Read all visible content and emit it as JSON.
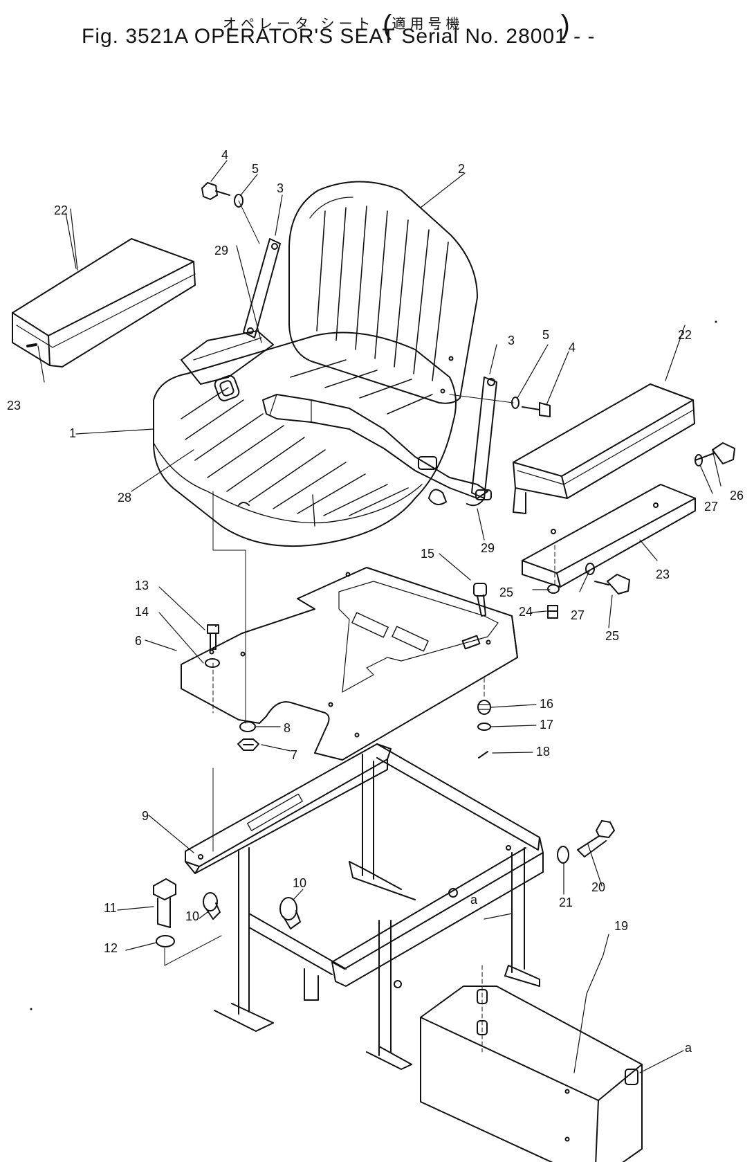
{
  "header": {
    "japanese_title": "オペレータ シート",
    "japanese_serial": "適用号機",
    "figure_title": "Fig. 3521A  OPERATOR'S SEAT",
    "serial_note": "Serial No. 28001 - -"
  },
  "callouts": [
    {
      "label": "1"
    },
    {
      "label": "2"
    },
    {
      "label": "3"
    },
    {
      "label": "3"
    },
    {
      "label": "4"
    },
    {
      "label": "4"
    },
    {
      "label": "5"
    },
    {
      "label": "5"
    },
    {
      "label": "6"
    },
    {
      "label": "7"
    },
    {
      "label": "8"
    },
    {
      "label": "9"
    },
    {
      "label": "10"
    },
    {
      "label": "10"
    },
    {
      "label": "11"
    },
    {
      "label": "12"
    },
    {
      "label": "13"
    },
    {
      "label": "14"
    },
    {
      "label": "15"
    },
    {
      "label": "16"
    },
    {
      "label": "17"
    },
    {
      "label": "18"
    },
    {
      "label": "19"
    },
    {
      "label": "20"
    },
    {
      "label": "21"
    },
    {
      "label": "22"
    },
    {
      "label": "22"
    },
    {
      "label": "23"
    },
    {
      "label": "23"
    },
    {
      "label": "24"
    },
    {
      "label": "25"
    },
    {
      "label": "25"
    },
    {
      "label": "26"
    },
    {
      "label": "26"
    },
    {
      "label": "27"
    },
    {
      "label": "27"
    },
    {
      "label": "28"
    },
    {
      "label": "29"
    },
    {
      "label": "29"
    },
    {
      "label": "a"
    },
    {
      "label": "a"
    }
  ],
  "colors": {
    "ink": "#111111",
    "paper": "#ffffff"
  }
}
